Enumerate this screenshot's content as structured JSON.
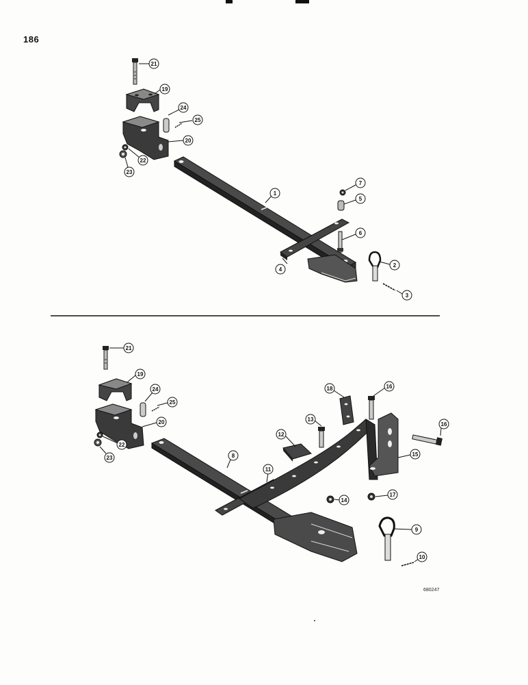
{
  "page": {
    "number": "186",
    "figure_code": "680247"
  },
  "colors": {
    "ink": "#1a1a1a",
    "shade": "#3a3a3a",
    "light": "#8a8a8a",
    "paper": "#fdfdfb"
  },
  "top_diagram": {
    "callouts": [
      "21",
      "19",
      "24",
      "25",
      "20",
      "22",
      "23",
      "1",
      "7",
      "5",
      "6",
      "4",
      "2",
      "3"
    ]
  },
  "bottom_diagram": {
    "callouts": [
      "21",
      "19",
      "24",
      "25",
      "20",
      "22",
      "23",
      "18",
      "16",
      "13",
      "12",
      "16",
      "15",
      "8",
      "11",
      "14",
      "17",
      "9",
      "10"
    ]
  }
}
